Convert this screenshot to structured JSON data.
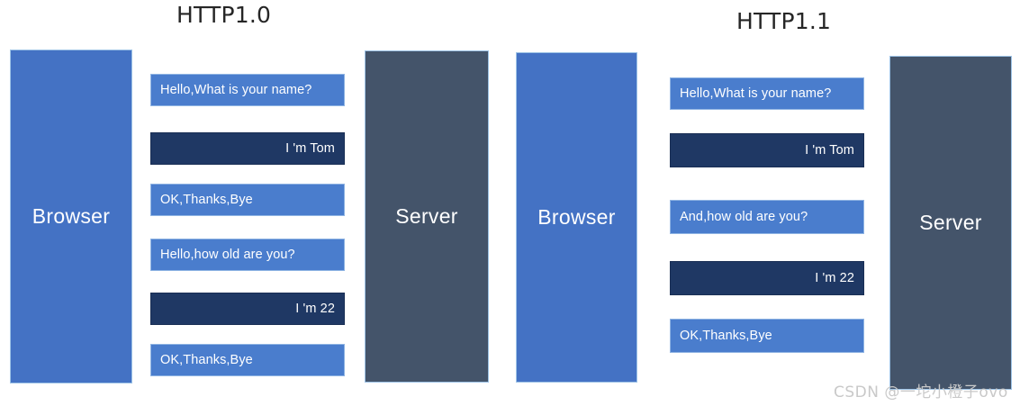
{
  "diagram": {
    "title_left": "HTTP1.0",
    "title_right": "HTTP1.1",
    "watermark": "CSDN @一坨小橙子ovo",
    "colors": {
      "browser": "#4472C4",
      "server": "#44546A",
      "request_bubble": "#4A7DCD",
      "response_bubble": "#1F3864",
      "background": "#FFFFFF",
      "bubble_text": "#FFFFFF",
      "title_text": "#262626",
      "watermark_text": "#C9C9C9"
    }
  },
  "panels": [
    {
      "id": "http10",
      "title": "HTTP1.0",
      "left_endpoint": "Browser",
      "right_endpoint": "Server",
      "messages": [
        {
          "text": "Hello,What is your name?",
          "direction": "request"
        },
        {
          "text": "I 'm Tom",
          "direction": "response"
        },
        {
          "text": "OK,Thanks,Bye",
          "direction": "request"
        },
        {
          "text": "Hello,how old are you?",
          "direction": "request"
        },
        {
          "text": "I 'm 22",
          "direction": "response"
        },
        {
          "text": "OK,Thanks,Bye",
          "direction": "request"
        }
      ]
    },
    {
      "id": "http11",
      "title": "HTTP1.1",
      "left_endpoint": "Browser",
      "right_endpoint": "Server",
      "messages": [
        {
          "text": "Hello,What is your name?",
          "direction": "request"
        },
        {
          "text": "I 'm Tom",
          "direction": "response"
        },
        {
          "text": "And,how old are you?",
          "direction": "request"
        },
        {
          "text": "I 'm 22",
          "direction": "response"
        },
        {
          "text": "OK,Thanks,Bye",
          "direction": "request"
        }
      ]
    }
  ]
}
